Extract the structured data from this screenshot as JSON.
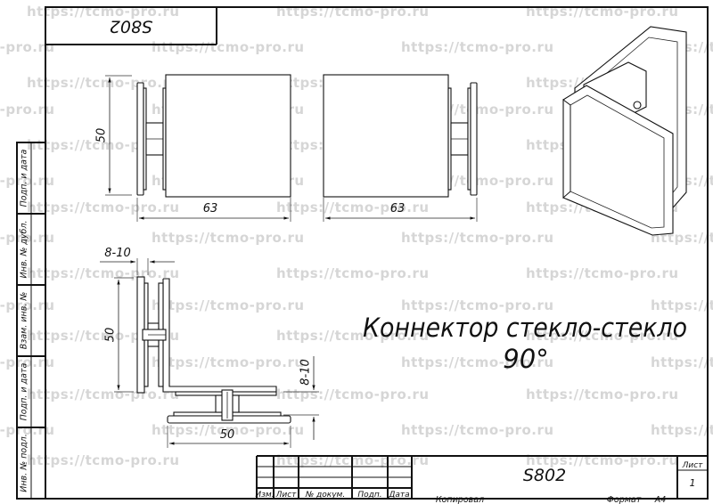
{
  "watermark": "https://tcmo-pro.ru",
  "drawing": {
    "code_upside_down": "S802",
    "code": "S802",
    "title_line1": "Коннектор стекло-стекло",
    "title_line2": "90°"
  },
  "dimensions": {
    "front_height": "50",
    "front_width_left": "63",
    "front_width_right": "63",
    "section_gap_top": "8-10",
    "section_height": "50",
    "section_gap_right": "8-10",
    "section_width": "50"
  },
  "side_stamp": {
    "labels": [
      "Подп. и дата",
      "Инв. № дубл.",
      "Взам. инв. №",
      "Подп. и дата",
      "Инв. № подл."
    ]
  },
  "title_block": {
    "col_labels": [
      "Изм.",
      "Лист",
      "№ докум.",
      "Подп.",
      "Дата"
    ],
    "sheet_label": "Лист",
    "sheet_number": "1",
    "copied_label": "Копировал",
    "format_label": "Формат",
    "format_value": "A4"
  }
}
